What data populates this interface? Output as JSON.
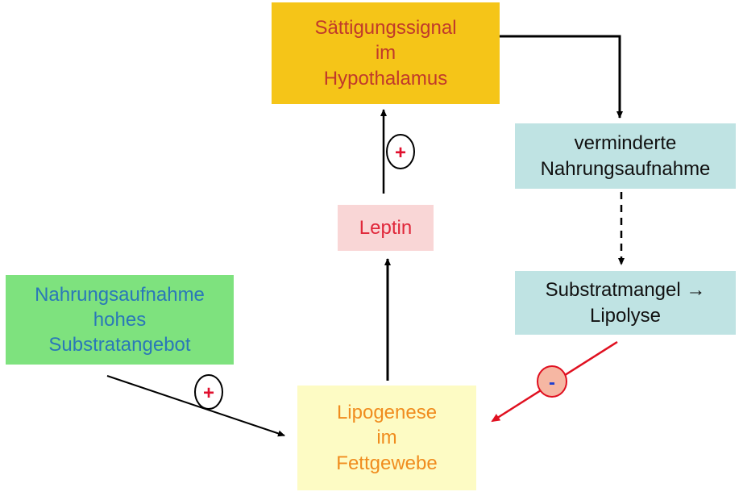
{
  "colors": {
    "hypothalamus_fill": "#f5c518",
    "hypothalamus_text": "#c0392b",
    "leptin_fill": "#f9d6d6",
    "leptin_text": "#e0273a",
    "reduced_intake_fill": "#bfe3e3",
    "substrate_fill": "#bfe3e3",
    "dark_text": "#111111",
    "intake_fill": "#7ee27e",
    "intake_text": "#2a78b8",
    "lipogenesis_fill": "#fdfbc4",
    "lipogenesis_text": "#f08c1e",
    "arrow_black": "#000000",
    "arrow_red": "#e01020",
    "plus_color": "#e0102e",
    "minus_fill": "#f6b7a3",
    "minus_text": "#1f3fd0"
  },
  "nodes": {
    "hypothalamus": {
      "lines": [
        "Sättigungssignal",
        "im",
        "Hypothalamus"
      ]
    },
    "reduced_intake": {
      "lines": [
        "verminderte",
        "Nahrungsaufnahme"
      ]
    },
    "leptin": {
      "lines": [
        "Leptin"
      ]
    },
    "substrate_deficit": {
      "lines": [
        "Substratmangel →",
        "Lipolyse"
      ]
    },
    "food_intake": {
      "lines": [
        "Nahrungsaufnahme",
        "hohes",
        "Substratangebot"
      ]
    },
    "lipogenesis": {
      "lines": [
        "Lipogenese",
        "im",
        "Fettgewebe"
      ]
    }
  },
  "signs": {
    "leptin_to_hypothalamus": "+",
    "intake_to_lipogenesis": "+",
    "lipolysis_to_lipogenesis": "-"
  }
}
